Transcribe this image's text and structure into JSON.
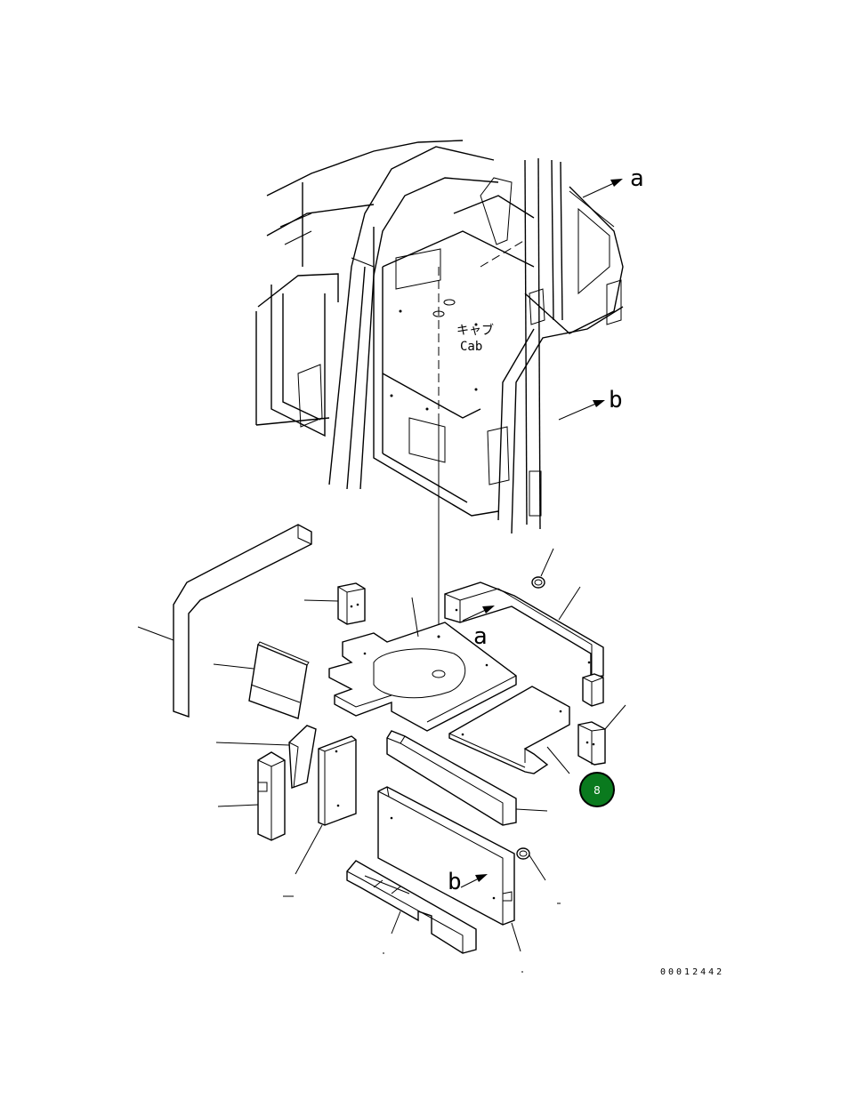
{
  "labels": {
    "arrow_a_cab": "a",
    "arrow_b_cab": "b",
    "arrow_a_part": "a",
    "arrow_b_part": "b",
    "cab_jp": "キャブ",
    "cab_en": "Cab"
  },
  "callout": {
    "number": "8",
    "color": "#0a7a1e"
  },
  "drawing_code": "00012442"
}
